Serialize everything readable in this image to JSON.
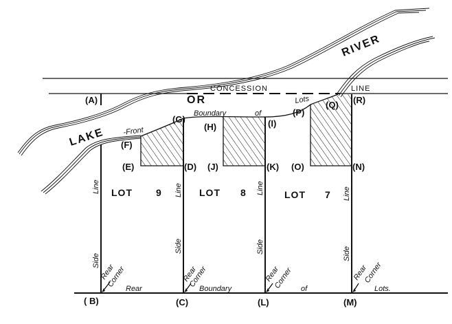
{
  "diagram": {
    "water_labels": {
      "lake": "LAKE",
      "or": "OR",
      "river": "RIVER"
    },
    "concession_line": {
      "left_word": "CONCESSION",
      "right_word": "LINE"
    },
    "front_boundary_text": {
      "front": "-Front",
      "boundary": "Boundary",
      "of": "of",
      "lots": "Lots"
    },
    "rear_boundary_text": {
      "rear": "Rear",
      "boundary": "Boundary",
      "of": "of",
      "lots": "Lots."
    },
    "side_line_text": {
      "side": "Side",
      "line": "Line"
    },
    "rear_corner_text": {
      "rear": "Rear",
      "corner": "Corner"
    },
    "lots": [
      {
        "label": "LOT",
        "number": "9"
      },
      {
        "label": "LOT",
        "number": "8"
      },
      {
        "label": "LOT",
        "number": "7"
      }
    ],
    "points": {
      "A": "(A)",
      "B": "( B)",
      "C": "(C)",
      "D": "(D)",
      "E": "(E)",
      "F": "(F)",
      "G": "(G)",
      "H": "(H)",
      "I": "(I)",
      "J": "(J)",
      "K": "(K)",
      "L": "(L)",
      "M": "(M)",
      "N": "(N)",
      "O": "(O)",
      "P": "(P)",
      "Q": "(Q)",
      "R": "(R)"
    },
    "colors": {
      "ink": "#111111",
      "paper": "#ffffff"
    }
  }
}
